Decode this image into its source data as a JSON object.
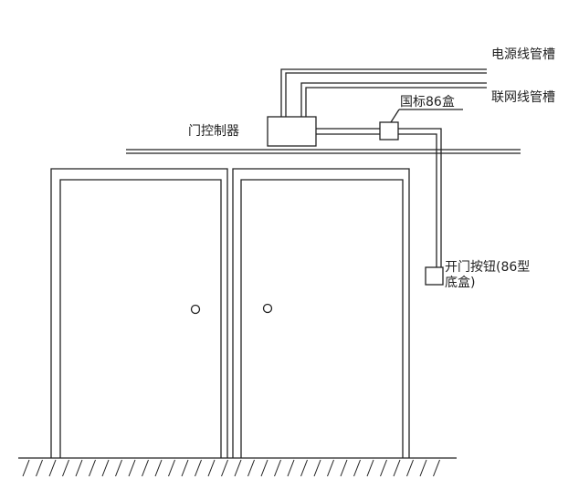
{
  "labels": {
    "power_trunking": "电源线管槽",
    "network_trunking": "联网线管槽",
    "junction_box": "国标86盒",
    "door_controller": "门控制器",
    "exit_button_line1": "开门按钮(86型",
    "exit_button_line2": "底盒)"
  },
  "colors": {
    "line": "#222222",
    "background": "#ffffff"
  }
}
